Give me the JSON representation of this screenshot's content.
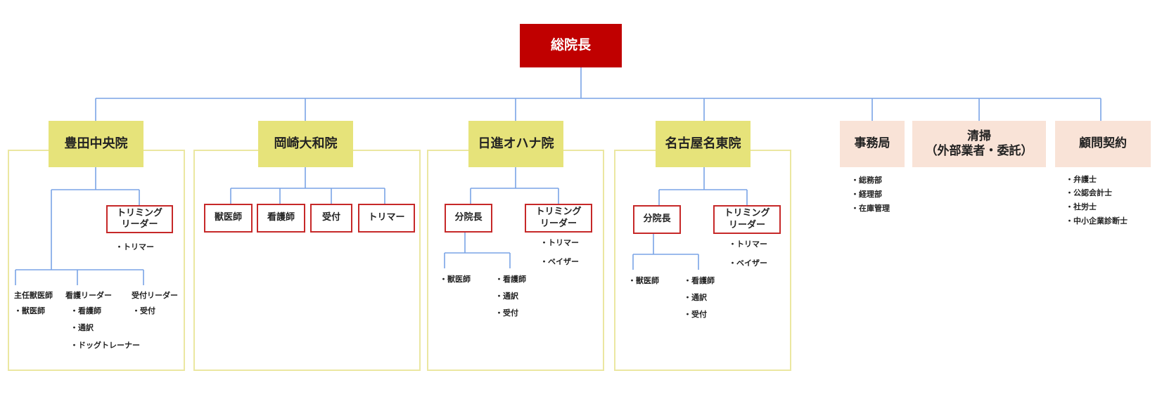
{
  "colors": {
    "root": "#c00000",
    "clinic": "#e6e37a",
    "frame": "#ebe7a1",
    "role_border": "#c62828",
    "peach": "#f9e3d7",
    "line": "#7aa3e6"
  },
  "root": {
    "title": "総院長"
  },
  "clinics": {
    "toyota": {
      "name": "豊田中央院",
      "trimming_leader": "トリミング\nリーダー",
      "trimming_staff": "・トリマー",
      "chief_vet": "主任獣医師",
      "vet": "・獣医師",
      "nursing_leader": "看護リーダー",
      "nurse": "・看護師",
      "interpreter": "・通訳",
      "dog_trainer": "・ドッグトレーナー",
      "reception_leader": "受付リーダー",
      "reception": "・受付"
    },
    "okazaki": {
      "name": "岡崎大和院",
      "vet": "獣医師",
      "nurse": "看護師",
      "reception": "受付",
      "trimmer": "トリマー"
    },
    "nisshin": {
      "name": "日進オハナ院",
      "branch_director": "分院長",
      "trimming_leader": "トリミング\nリーダー",
      "trimmer": "・トリマー",
      "bather": "・ベイザー",
      "vet": "・獣医師",
      "nurse": "・看護師",
      "interpreter": "・通訳",
      "reception": "・受付"
    },
    "nagoya": {
      "name": "名古屋名東院",
      "branch_director": "分院長",
      "trimming_leader": "トリミング\nリーダー",
      "trimmer": "・トリマー",
      "bather": "・ベイザー",
      "vet": "・獣医師",
      "nurse": "・看護師",
      "interpreter": "・通訳",
      "reception": "・受付"
    }
  },
  "office": {
    "name": "事務局",
    "general_affairs": "・総務部",
    "accounting": "・経理部",
    "inventory": "・在庫管理"
  },
  "cleaning": {
    "name": "清掃\n（外部業者・委託）"
  },
  "advisory": {
    "name": "顧問契約",
    "lawyer": "・弁護士",
    "cpa": "・公認会計士",
    "labor_consultant": "・社労士",
    "sme_consultant": "・中小企業診断士"
  }
}
